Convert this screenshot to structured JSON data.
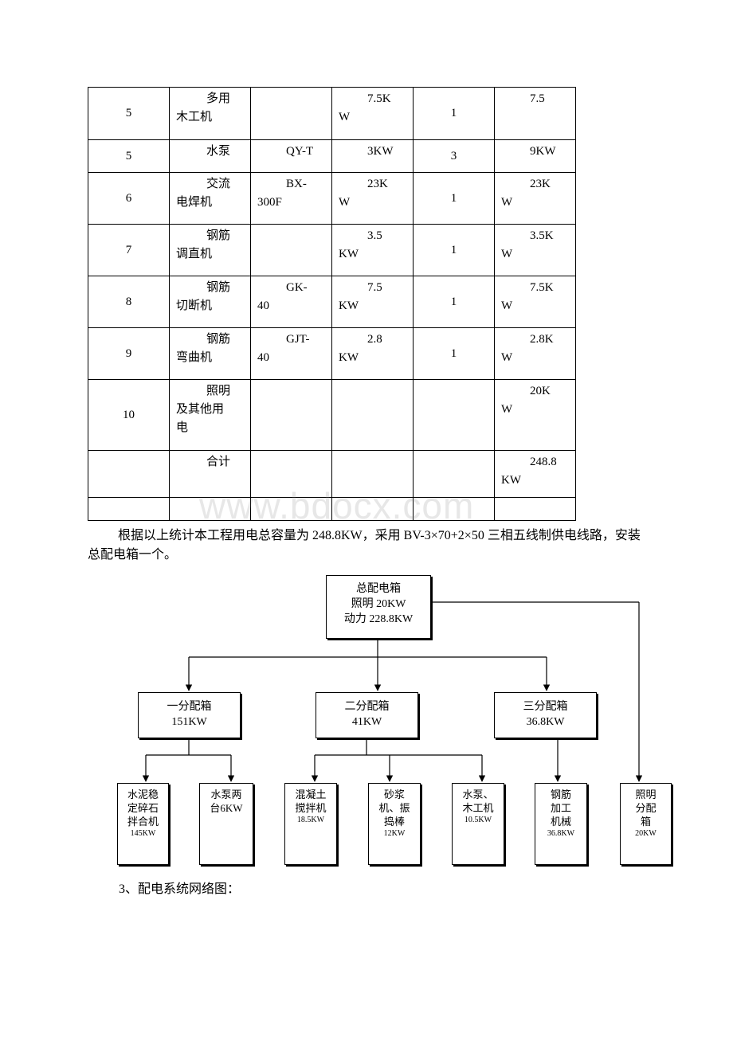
{
  "table": {
    "rows": [
      {
        "no": "5",
        "name": "多用\n木工机",
        "model": "",
        "power": "7.5K\nW",
        "qty": "1",
        "total": "7.5"
      },
      {
        "no": "5",
        "name": "水泵",
        "model": "QY-T",
        "power": "3KW",
        "qty": "3",
        "total": "9KW"
      },
      {
        "no": "6",
        "name": "交流\n电焊机",
        "model": "BX-\n300F",
        "power": "23K\nW",
        "qty": "1",
        "total": "23K\nW"
      },
      {
        "no": "7",
        "name": "钢筋\n调直机",
        "model": "",
        "power": "3.5\nKW",
        "qty": "1",
        "total": "3.5K\nW"
      },
      {
        "no": "8",
        "name": "钢筋\n切断机",
        "model": "GK-\n40",
        "power": "7.5\nKW",
        "qty": "1",
        "total": "7.5K\nW"
      },
      {
        "no": "9",
        "name": "钢筋\n弯曲机",
        "model": "GJT-\n40",
        "power": "2.8\nKW",
        "qty": "1",
        "total": "2.8K\nW"
      },
      {
        "no": "10",
        "name": "照明\n及其他用\n电",
        "model": "",
        "power": "",
        "qty": "",
        "total": "20K\nW"
      },
      {
        "no": "",
        "name": "合计",
        "model": "",
        "power": "",
        "qty": "",
        "total": "248.8\nKW"
      },
      {
        "no": "",
        "name": "",
        "model": "",
        "power": "",
        "qty": "",
        "total": ""
      }
    ]
  },
  "watermark": "www.bdocx.com",
  "paragraph": {
    "text": "根据以上统计本工程用电总容量为 248.8KW，采用 BV-3×70+2×50 三相五线制供电线路，安装总配电箱一个。"
  },
  "diagram": {
    "main_box": {
      "line1": "总配电箱",
      "line2": "照明 20KW",
      "line3": "动力 228.8KW"
    },
    "sub_boxes": [
      {
        "line1": "一分配箱",
        "line2": "151KW"
      },
      {
        "line1": "二分配箱",
        "line2": "41KW"
      },
      {
        "line1": "三分配箱",
        "line2": "36.8KW"
      }
    ],
    "leaf_boxes": [
      {
        "lines": [
          "水泥稳",
          "定碎石",
          "拌合机"
        ],
        "value": "145KW"
      },
      {
        "lines": [
          "水泵两",
          "台6KW"
        ],
        "value": ""
      },
      {
        "lines": [
          "混凝土",
          "搅拌机"
        ],
        "value": "18.5KW"
      },
      {
        "lines": [
          "砂浆",
          "机、振",
          "捣棒"
        ],
        "value": "12KW"
      },
      {
        "lines": [
          "水泵、",
          "木工机"
        ],
        "value": "10.5KW"
      },
      {
        "lines": [
          "钢筋",
          "加工",
          "机械"
        ],
        "value": "36.8KW"
      },
      {
        "lines": [
          "照明",
          "分配",
          "箱"
        ],
        "value": "20KW"
      }
    ]
  },
  "section_heading": "3、配电系统网络图："
}
